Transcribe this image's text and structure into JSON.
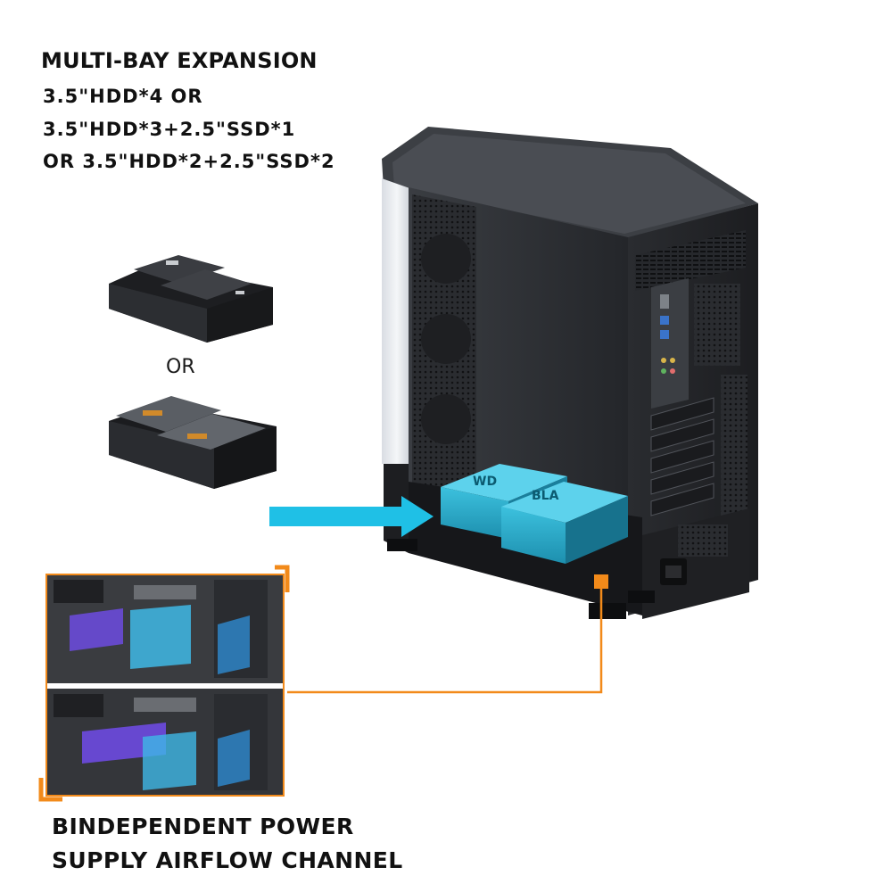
{
  "headline": "MULTI-BAY EXPANSION",
  "config_lines": [
    "3.5\"HDD*4 OR",
    "3.5\"HDD*3+2.5\"SSD*1",
    "OR 3.5\"HDD*2+2.5\"SSD*2"
  ],
  "or_label": "OR",
  "caption_lines": [
    "BINDEPENDENT POWER",
    "SUPPLY AIRFLOW CHANNEL"
  ],
  "drive_label_lines": [
    "WD",
    "BLA"
  ],
  "colors": {
    "accent_cyan": "#1fc0e6",
    "callout_orange": "#f28a1a",
    "drive_blue": "#2aa9c9",
    "airflow_purple": "#6a4ad8",
    "case_dark": "#2b2d31"
  }
}
